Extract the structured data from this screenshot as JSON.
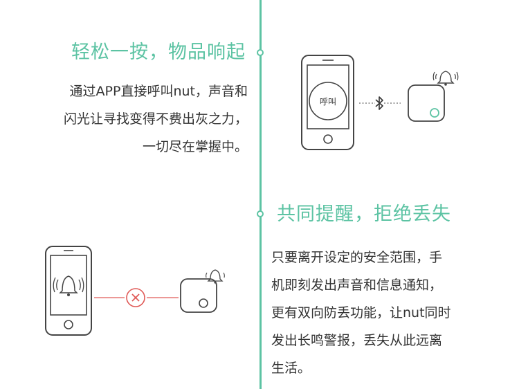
{
  "colors": {
    "accent": "#5cc3a3",
    "text": "#333333",
    "outline": "#444444",
    "alert": "#e05a57"
  },
  "section1": {
    "title": "轻松一按，物品响起",
    "body_lines": [
      "通过APP直接呼叫nut，声音和",
      "闪光让寻找变得不费出灰之力，",
      "一切尽在掌握中。"
    ],
    "call_button_label": "呼叫"
  },
  "section2": {
    "title": "共同提醒，拒绝丢失",
    "body_lines": [
      "只要离开设定的安全范围，手",
      "机即刻发出声音和信息通知，",
      "更有双向防丢功能，让nut同时",
      "发出长鸣警报，丢失从此远离",
      "生活。"
    ]
  },
  "icons": [
    "bluetooth-icon",
    "bell-icon",
    "ringing-bell-icon",
    "close-circle-icon"
  ]
}
